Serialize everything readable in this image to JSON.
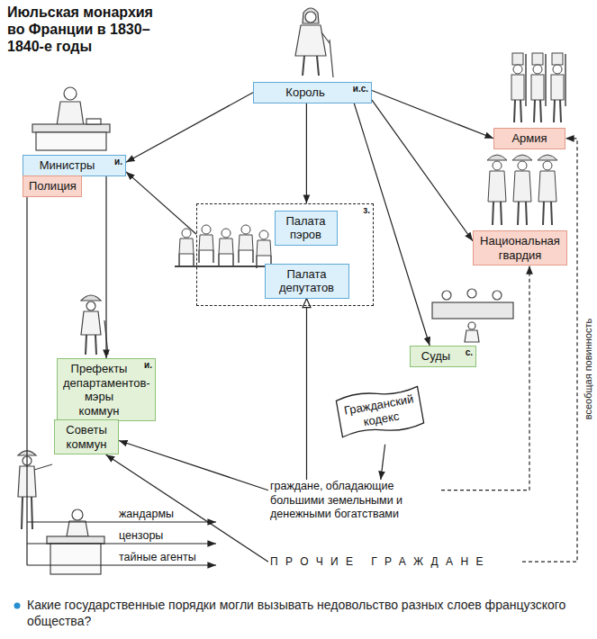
{
  "diagram": {
    "title": "Июльская монархия во Франции в 1830–1840-е годы",
    "caption": "Какие государственные порядки могли вызывать недовольство разных слоев французского общества?",
    "nodes": [
      {
        "text": [
          "Король",
          "и.с."
        ]
      },
      {
        "text": [
          "Министры",
          "и."
        ]
      },
      {
        "text": [
          "Полиция"
        ]
      },
      {
        "text": [
          "з."
        ]
      },
      {
        "text": [
          "Палата пэров"
        ],
        "in": 3
      },
      {
        "text": [
          "Палата депутатов"
        ],
        "in": 3
      },
      {
        "text": [
          "Армия"
        ]
      },
      {
        "text": [
          "Национальная гвардия"
        ]
      },
      {
        "text": [
          "Префекты департаментов-мэры коммун",
          "и."
        ]
      },
      {
        "text": [
          "Суды",
          "с."
        ]
      },
      {
        "text": [
          "Советы коммун"
        ]
      },
      {
        "text": [
          "Гражданский кодекс"
        ]
      },
      {
        "text": [
          "граждане, обладающие большими земельными и денежными богатствами"
        ]
      },
      {
        "text": [
          "ПРОЧИЕ ГРАЖДАНЕ"
        ]
      }
    ],
    "edges": [
      {
        "from": 0,
        "to": 1,
        "arrow": "to"
      },
      {
        "from": 0,
        "to": 3,
        "arrow": "to"
      },
      {
        "from": 0,
        "to": 6,
        "arrow": "to"
      },
      {
        "from": 0,
        "to": 7,
        "arrow": "to"
      },
      {
        "from": 0,
        "to": 9,
        "arrow": "to"
      },
      {
        "from": 1,
        "to": 8,
        "arrow": "to"
      },
      {
        "from": 3,
        "to": 1,
        "arrow": "to"
      },
      {
        "from": 8,
        "to": 10,
        "arrow": "none"
      },
      {
        "from": 12,
        "to": 10,
        "arrow": "to"
      },
      {
        "from": 13,
        "to": 10,
        "arrow": "to"
      },
      {
        "from": 12,
        "to": 5,
        "arrow": "to"
      },
      {
        "from": 11,
        "to": 12,
        "arrow": "to"
      },
      {
        "from": 12,
        "to": 7,
        "arrow": "to"
      },
      {
        "from": 13,
        "to": 6,
        "label": "всеобщая повинность",
        "arrow": "to"
      }
    ],
    "labels": [
      "жандармы",
      "цензоры",
      "тайные агенты"
    ]
  }
}
